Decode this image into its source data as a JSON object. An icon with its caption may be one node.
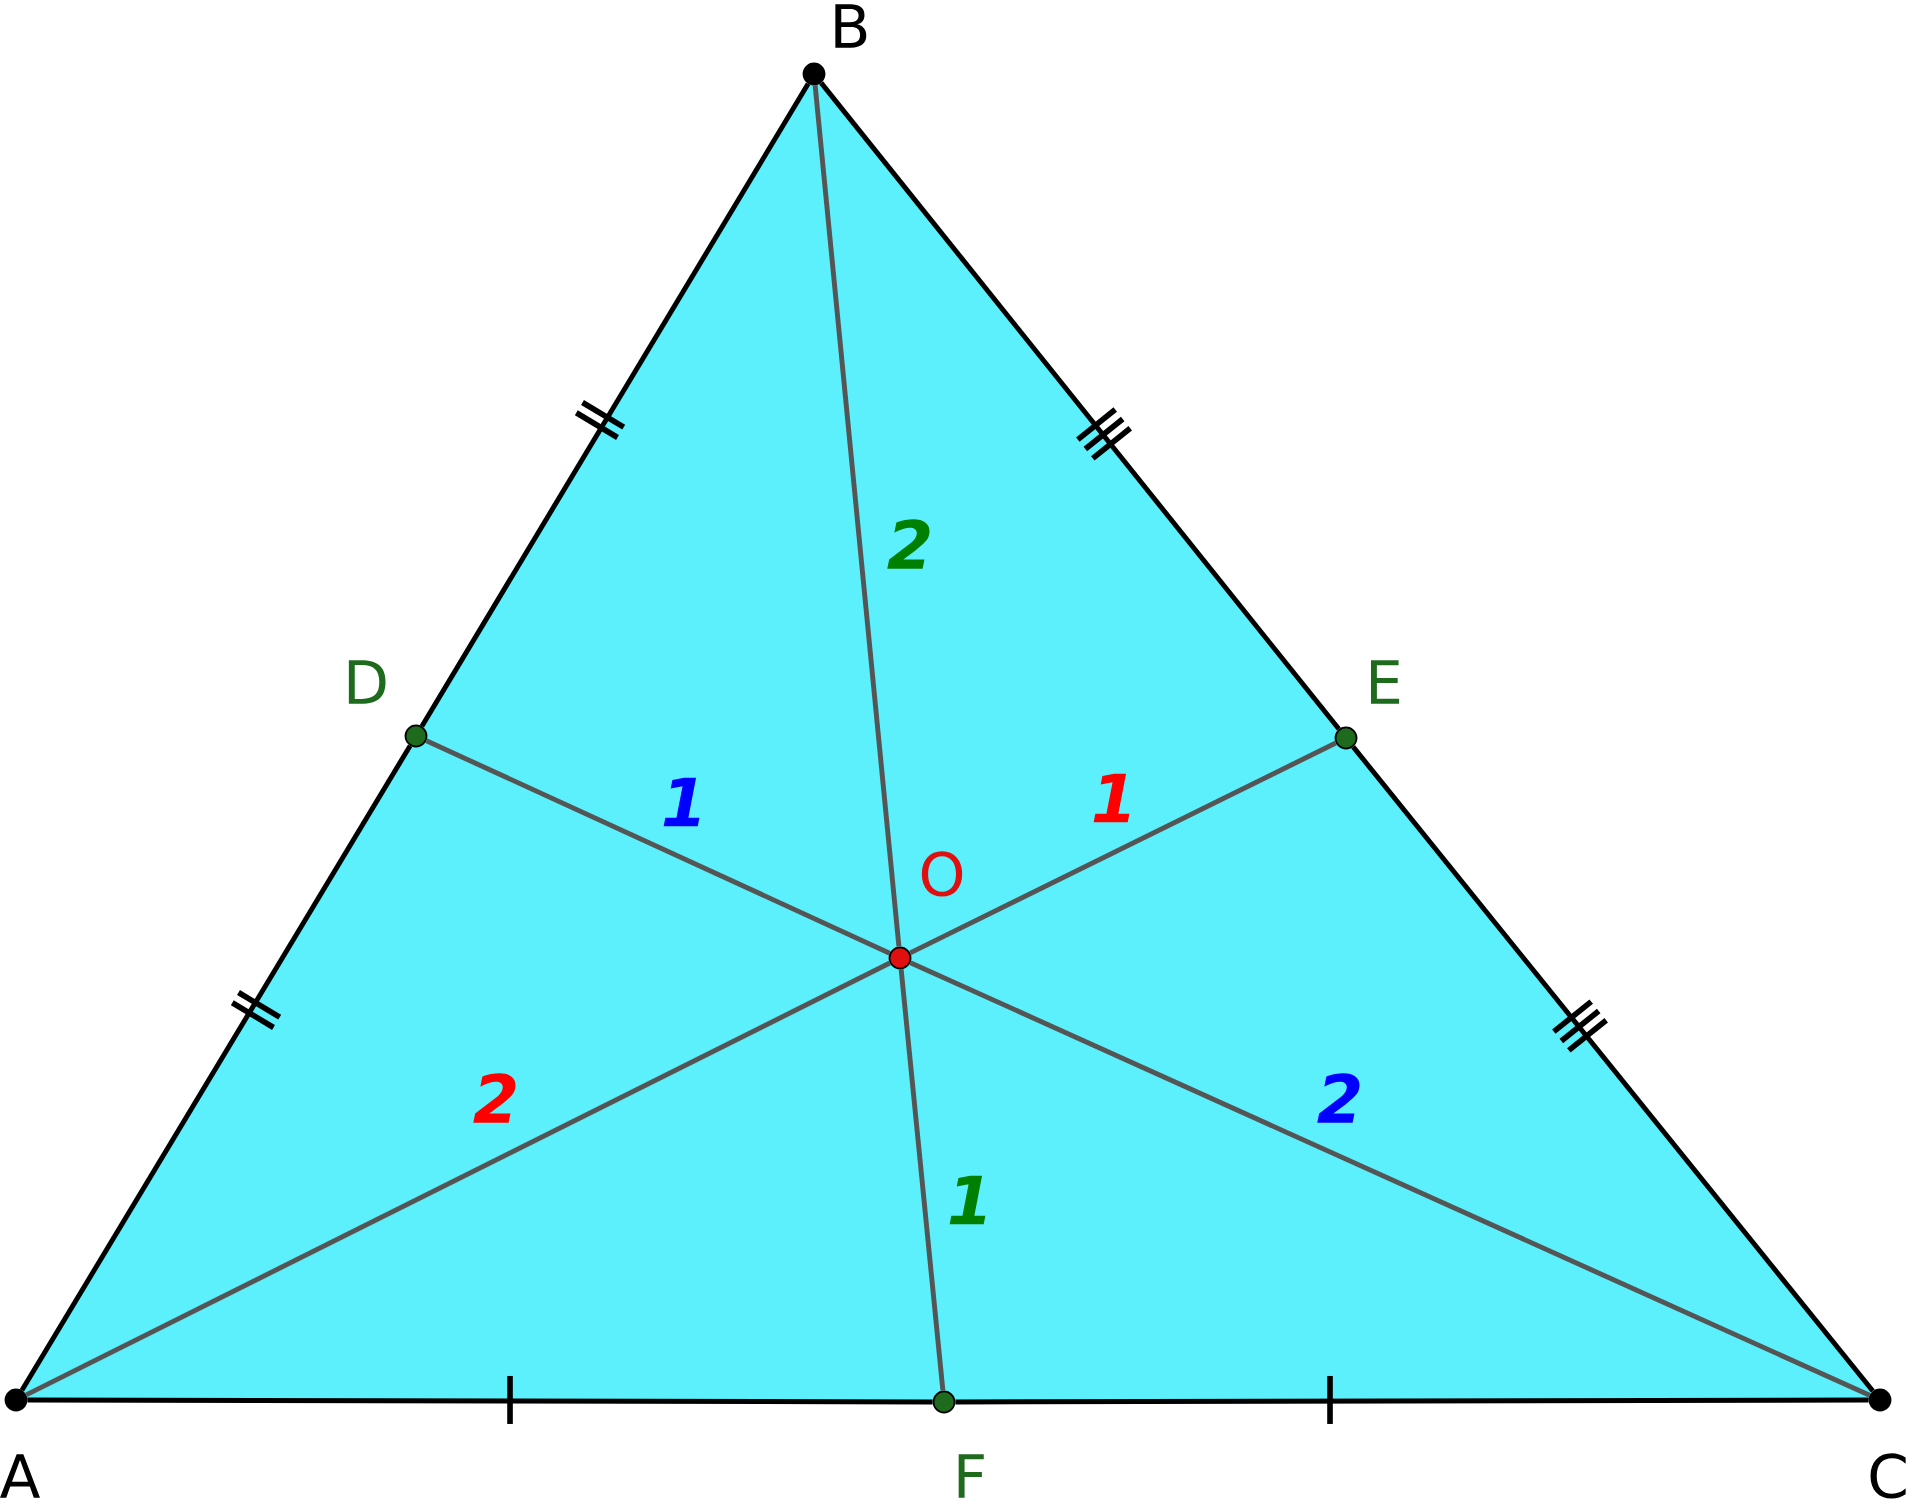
{
  "diagram": {
    "nodes": [
      {
        "text": [
          "A"
        ]
      },
      {
        "text": [
          "B"
        ]
      },
      {
        "text": [
          "C"
        ]
      },
      {
        "text": [
          "D"
        ]
      },
      {
        "text": [
          "E"
        ]
      },
      {
        "text": [
          "F"
        ]
      },
      {
        "text": [
          "O"
        ]
      }
    ],
    "edges": [
      {
        "from": 0,
        "to": 3,
        "arrow": "none"
      },
      {
        "from": 3,
        "to": 1,
        "arrow": "none"
      },
      {
        "from": 1,
        "to": 4,
        "arrow": "none"
      },
      {
        "from": 4,
        "to": 2,
        "arrow": "none"
      },
      {
        "from": 2,
        "to": 5,
        "arrow": "none"
      },
      {
        "from": 5,
        "to": 0,
        "arrow": "none"
      },
      {
        "from": 0,
        "to": 6,
        "arrow": "none",
        "color": "#555555",
        "label": "2"
      },
      {
        "from": 6,
        "to": 4,
        "arrow": "none",
        "color": "#555555",
        "label": "1"
      },
      {
        "from": 1,
        "to": 6,
        "arrow": "none",
        "color": "#555555",
        "label": "2"
      },
      {
        "from": 6,
        "to": 5,
        "arrow": "none",
        "color": "#555555",
        "label": "1"
      },
      {
        "from": 3,
        "to": 6,
        "arrow": "none",
        "color": "#555555",
        "label": "1"
      },
      {
        "from": 6,
        "to": 2,
        "arrow": "none",
        "color": "#555555",
        "label": "2"
      }
    ]
  }
}
